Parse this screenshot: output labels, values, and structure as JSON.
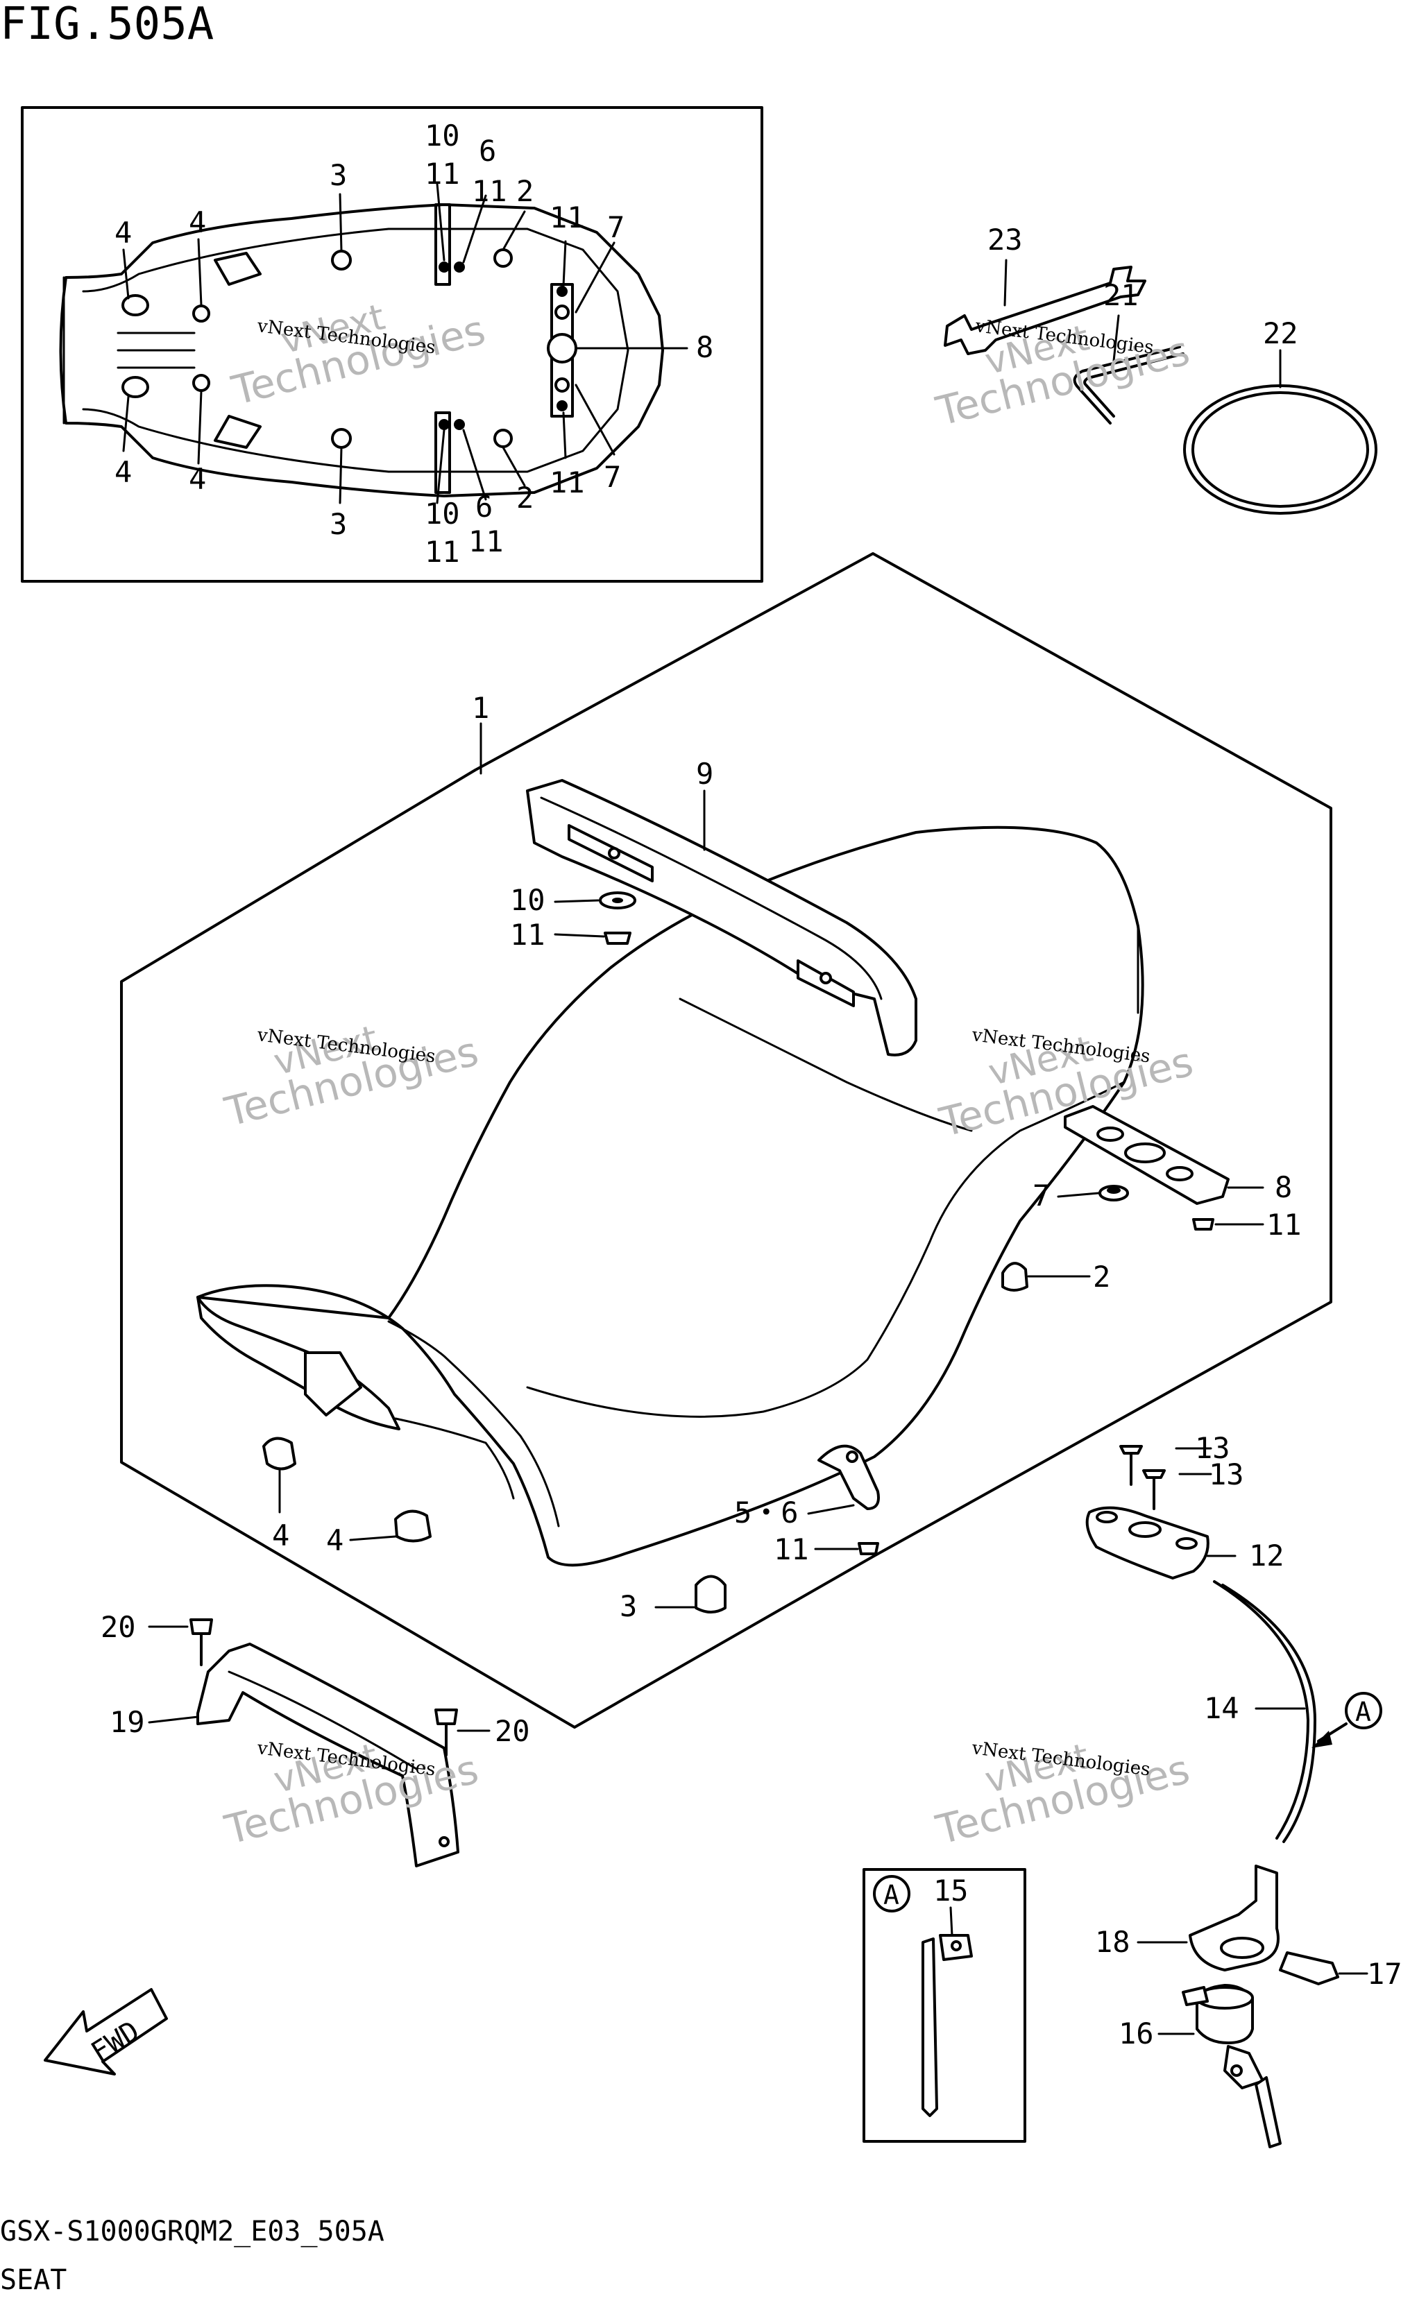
{
  "figure_title": "FIG.505A",
  "footer": {
    "model_code": "GSX-S1000GRQM2_E03_505A",
    "section_name": "SEAT"
  },
  "watermark": {
    "line1": "vNext",
    "line2": "Technologies",
    "small_text": "vNext Technologies"
  },
  "fwd_label": "FWD",
  "callouts": {
    "c1": "1",
    "c2": "2",
    "c3": "3",
    "c4": "4",
    "c4b": "4",
    "c56": "5・6",
    "c7": "7",
    "c8": "8",
    "c9": "9",
    "c10": "10",
    "c11a": "11",
    "c11b": "11",
    "c11c": "11",
    "c12": "12",
    "c13a": "13",
    "c13b": "13",
    "c14": "14",
    "c15": "15",
    "c16": "16",
    "c17": "17",
    "c18": "18",
    "c19": "19",
    "c20a": "20",
    "c20b": "20",
    "c21": "21",
    "c22": "22",
    "c23": "23",
    "refA": "A",
    "refA2": "A"
  },
  "inset_labels": {
    "i10t": "10",
    "i11t": "11",
    "i6t": "6",
    "i11t2": "11",
    "i2t": "2",
    "i11tr": "11",
    "i7t": "7",
    "i8": "8",
    "i3t": "3",
    "i4tl": "4",
    "i4tl2": "4",
    "i4bl": "4",
    "i4bl2": "4",
    "i3b": "3",
    "i10b": "10",
    "i11b": "11",
    "i6b": "6",
    "i11b2": "11",
    "i2b": "2",
    "i11br": "11",
    "i7b": "7"
  }
}
